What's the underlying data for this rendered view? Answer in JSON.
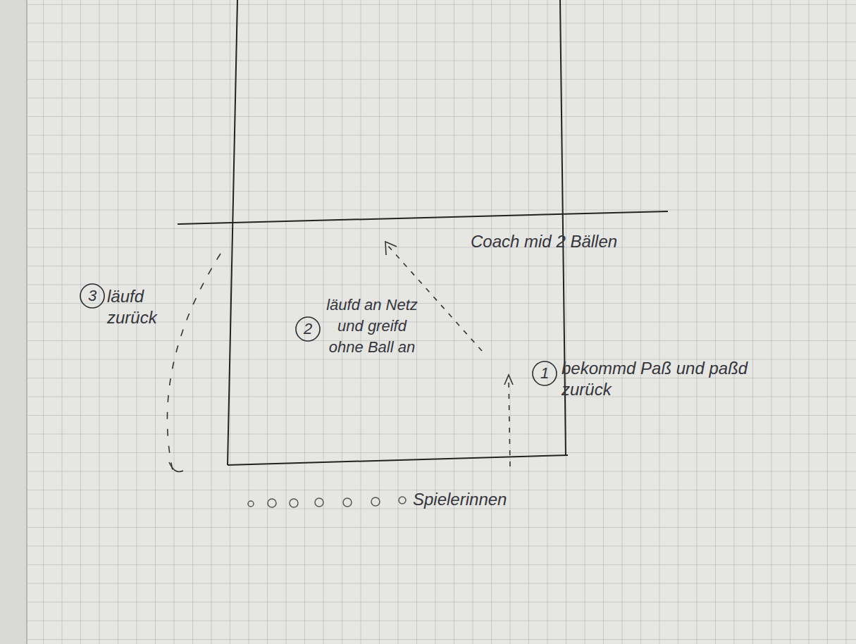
{
  "diagram": {
    "nodes": [
      {
        "text": [
          "1"
        ]
      },
      {
        "text": [
          "2"
        ]
      },
      {
        "text": [
          "3"
        ]
      }
    ],
    "labels": [
      "Coach mid 2 Bällen",
      "bekommd Paß und paßd zurück",
      "läufd an Netz und greifd ohne Ball an",
      "läufd zurück",
      "Spielerinnen"
    ]
  }
}
